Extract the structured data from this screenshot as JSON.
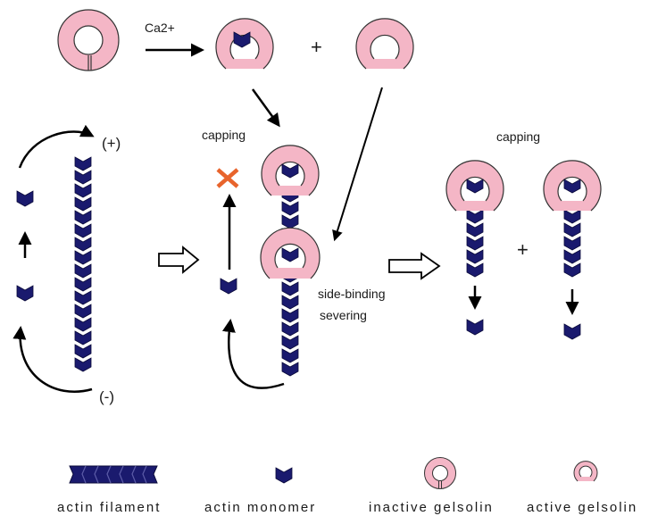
{
  "labels": {
    "ca": "Ca2+",
    "plus_top": "+",
    "plus_end": "(+)",
    "minus_end": "(-)",
    "capping_1": "capping",
    "capping_2": "capping",
    "side_binding": "side-binding",
    "severing": "severing",
    "plus_right": "+"
  },
  "legend": {
    "actin_filament": "actin filament",
    "actin_monomer": "actin monomer",
    "inactive_gelsolin": "inactive gelsolin",
    "active_gelsolin": "active gelsolin"
  },
  "colors": {
    "actin": "#1a1a6e",
    "gelsolin": "#f4b6c6",
    "block_x": "#e8642c",
    "arrow": "#000000"
  }
}
